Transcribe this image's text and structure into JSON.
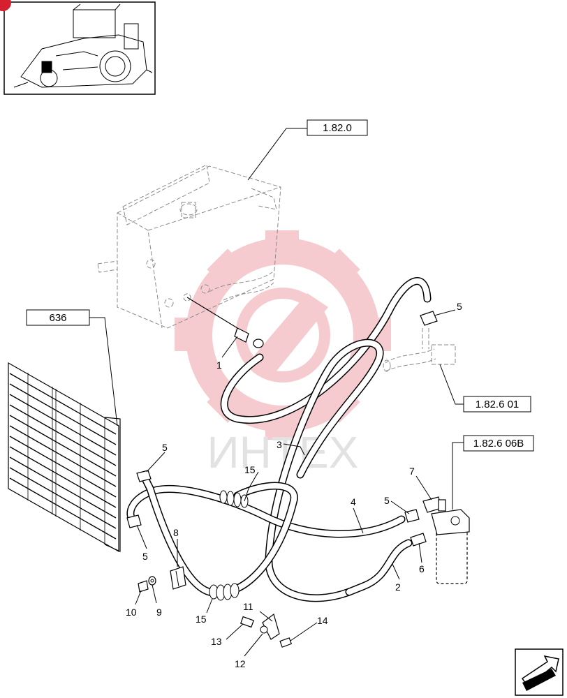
{
  "watermark": {
    "text": "ИНТЕХ",
    "color": "#f2b8bd"
  },
  "reference_boxes": [
    "1.82.0",
    "636",
    "1.82.6 01",
    "1.82.6 06B"
  ],
  "callouts": {
    "c1": "1",
    "c2": "2",
    "c3": "3",
    "c4": "4",
    "c5a": "5",
    "c5b": "5",
    "c5c": "5",
    "c5d": "5",
    "c6": "6",
    "c7": "7",
    "c8": "8",
    "c9": "9",
    "c10": "10",
    "c11": "11",
    "c12": "12",
    "c13": "13",
    "c14": "14",
    "c15a": "15",
    "c15b": "15"
  },
  "icons": {
    "corner_badge": "red-page-badge-icon",
    "next_page": "next-page-arrow-icon",
    "thumbnail": "tractor-thumbnail-icon"
  }
}
